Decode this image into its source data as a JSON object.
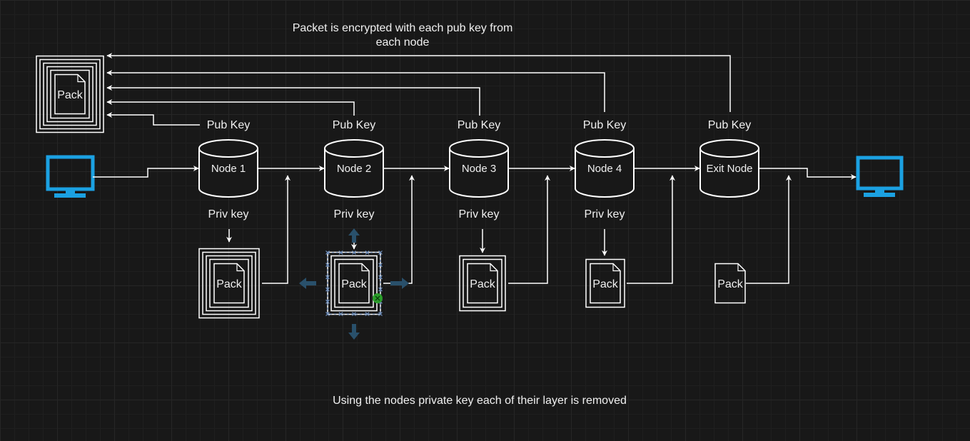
{
  "diagram": {
    "top_note_lines": [
      "Packet is encrypted with each pub key from",
      "each node"
    ],
    "bottom_note": "Using the nodes private key each of their layer is removed",
    "pub_key_label": "Pub Key",
    "priv_key_label": "Priv key",
    "nodes": [
      "Node 1",
      "Node 2",
      "Node 3",
      "Node 4",
      "Exit Node"
    ],
    "packet_label": "Pack",
    "encrypted_layers": [
      5,
      4,
      3,
      2,
      1,
      0
    ],
    "colors": {
      "background": "#181818",
      "stroke": "#ffffff",
      "text": "#f0f0f0",
      "computer": "#1ba1e2",
      "selection": "#6c8ebf",
      "handle_arrow": "#29506b",
      "connector_dot": "#2a9d2a"
    },
    "icons": [
      "computer-icon",
      "document-icon",
      "cylinder-icon"
    ],
    "selected_packet_index": 2
  }
}
